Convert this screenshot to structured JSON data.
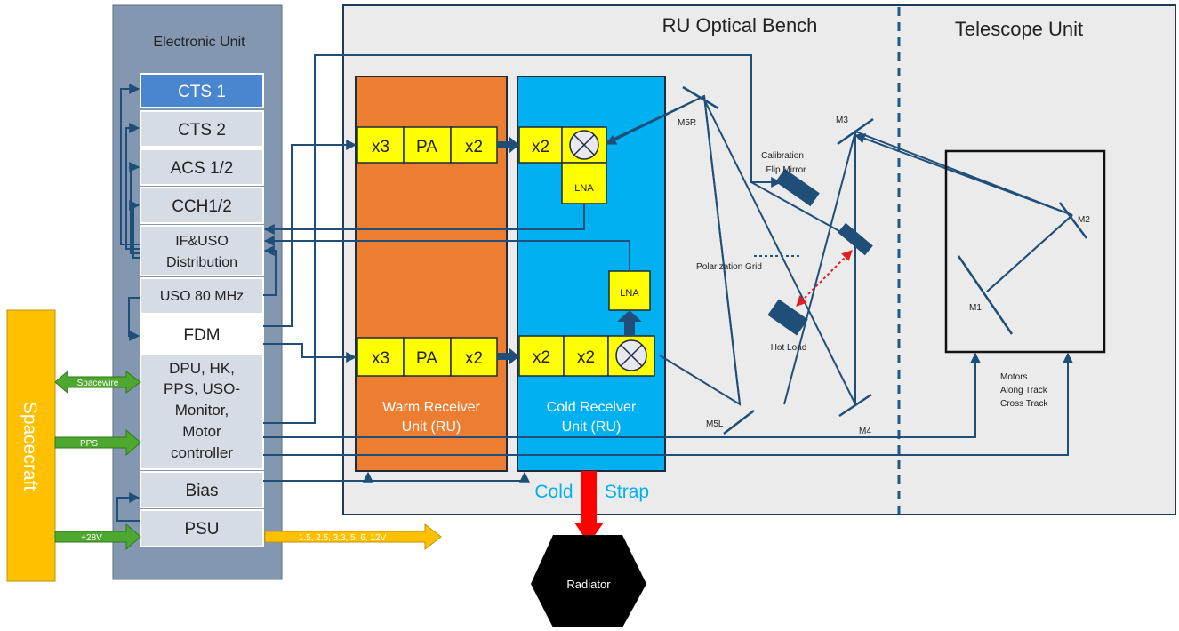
{
  "electronic_unit": {
    "title": "Electronic Unit",
    "blocks": [
      "CTS 1",
      "CTS 2",
      "ACS 1/2",
      "CCH1/2",
      "IF&USO",
      "Distribution",
      "USO 80 MHz",
      "FDM",
      "DPU, HK,",
      "PPS, USO-",
      "Monitor,",
      "Motor",
      "controller",
      "Bias",
      "PSU"
    ]
  },
  "spacecraft": {
    "label": "Spacecraft",
    "links": [
      "Spacewire",
      "PPS",
      "+28V"
    ],
    "voltages": "1.5, 2.5, 3.3, 5, 6, 12V"
  },
  "optical_bench": {
    "title": "RU Optical Bench",
    "telescope_title": "Telescope Unit",
    "warm_unit": [
      "Warm Receiver",
      "Unit (RU)"
    ],
    "cold_unit": [
      "Cold Receiver",
      "Unit (RU)"
    ],
    "multipliers": [
      "x3",
      "PA",
      "x2",
      "x2",
      "x3",
      "PA",
      "x2",
      "x2",
      "x2"
    ],
    "lna": [
      "LNA",
      "LNA"
    ],
    "cold_strap": [
      "Cold",
      "Strap"
    ],
    "radiator": "Radiator",
    "mirrors": [
      "M5R",
      "M5L",
      "M3",
      "M4",
      "M2",
      "M1"
    ],
    "labels": {
      "calibration": [
        "Calibration",
        "Flip Mirror"
      ],
      "polarization": "Polarization Grid",
      "hot_load": "Hot Load",
      "motors": [
        "Motors",
        "Along Track",
        "Cross Track"
      ]
    }
  },
  "colors": {
    "panel": "#8497b0",
    "spacecraft": "#ffc000",
    "warm": "#ed7d31",
    "cold": "#00b0f0",
    "yellow_block": "#ffff00",
    "connector": "#1f4e79",
    "green_arrow": "#4ea72e",
    "cts1": "#4a86d0",
    "block": "#d6dce4"
  }
}
